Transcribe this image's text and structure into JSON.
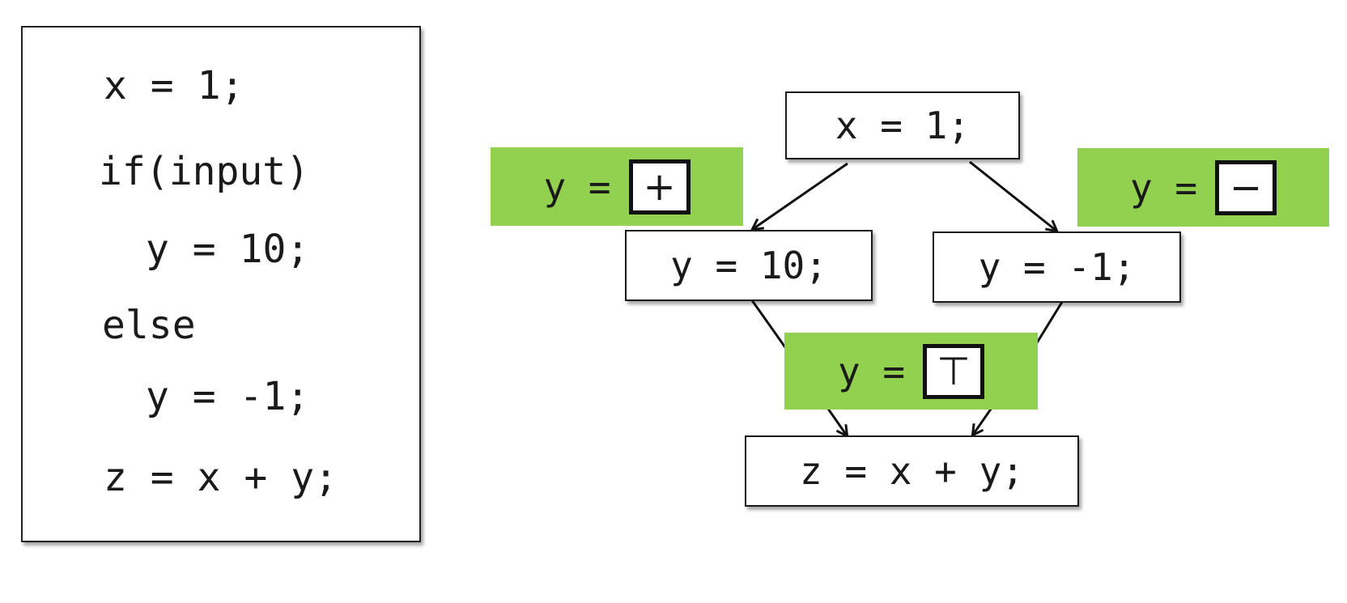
{
  "source_code": {
    "lines": [
      {
        "text": "x = 1;",
        "indent": 0
      },
      {
        "text": "if(input)",
        "indent": 0
      },
      {
        "text": "y = 10;",
        "indent": 1
      },
      {
        "text": "else",
        "indent": 0
      },
      {
        "text": "y = -1;",
        "indent": 1
      },
      {
        "text": "z = x + y;",
        "indent": 0
      }
    ]
  },
  "cfg": {
    "nodes": {
      "entry": "x = 1;",
      "then_branch": "y = 10;",
      "else_branch": "y = -1;",
      "join": "z = x + y;"
    },
    "edges": [
      {
        "from": "entry",
        "to": "then_branch"
      },
      {
        "from": "entry",
        "to": "else_branch"
      },
      {
        "from": "then_branch",
        "to": "join"
      },
      {
        "from": "else_branch",
        "to": "join"
      }
    ]
  },
  "abstract_states": {
    "then_state": {
      "label": "y =",
      "value": "+"
    },
    "else_state": {
      "label": "y =",
      "value": "−"
    },
    "join_state": {
      "label": "y =",
      "value": "⊤"
    }
  },
  "colors": {
    "annotation_green": "#92d050",
    "border": "#1a1a1a"
  }
}
